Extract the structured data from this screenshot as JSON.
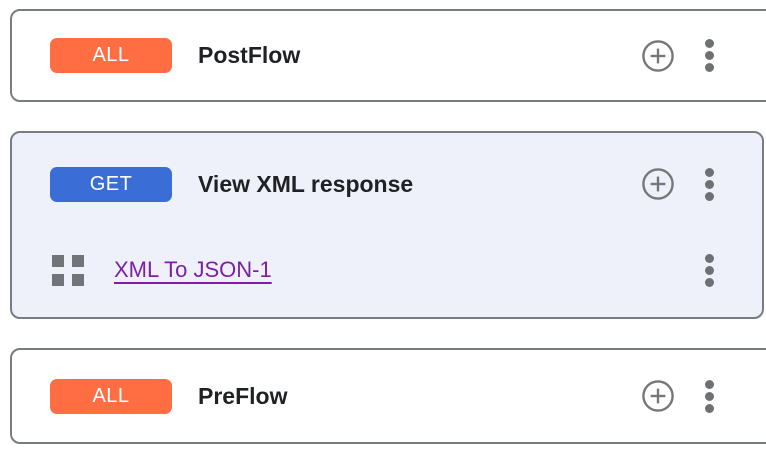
{
  "cards": [
    {
      "name": "postflow",
      "badge": {
        "label": "ALL",
        "color": "#ff6d43"
      },
      "title": "PostFlow"
    },
    {
      "name": "view-xml-response",
      "badge": {
        "label": "GET",
        "color": "#3b6dd6"
      },
      "title": "View XML response",
      "policy": {
        "label": "XML To JSON-1",
        "link_color": "#7d1fa5"
      }
    },
    {
      "name": "preflow",
      "badge": {
        "label": "ALL",
        "color": "#ff6d43"
      },
      "title": "PreFlow"
    }
  ],
  "icons": {
    "add": "plus-circle-icon",
    "menu": "kebab-menu-icon",
    "policy": "grid-squares-icon"
  },
  "colors": {
    "card_border": "#797d82",
    "expanded_card_background": "#eef1fa",
    "title_text": "#1f2124",
    "icon_gray": "#6e7073"
  }
}
